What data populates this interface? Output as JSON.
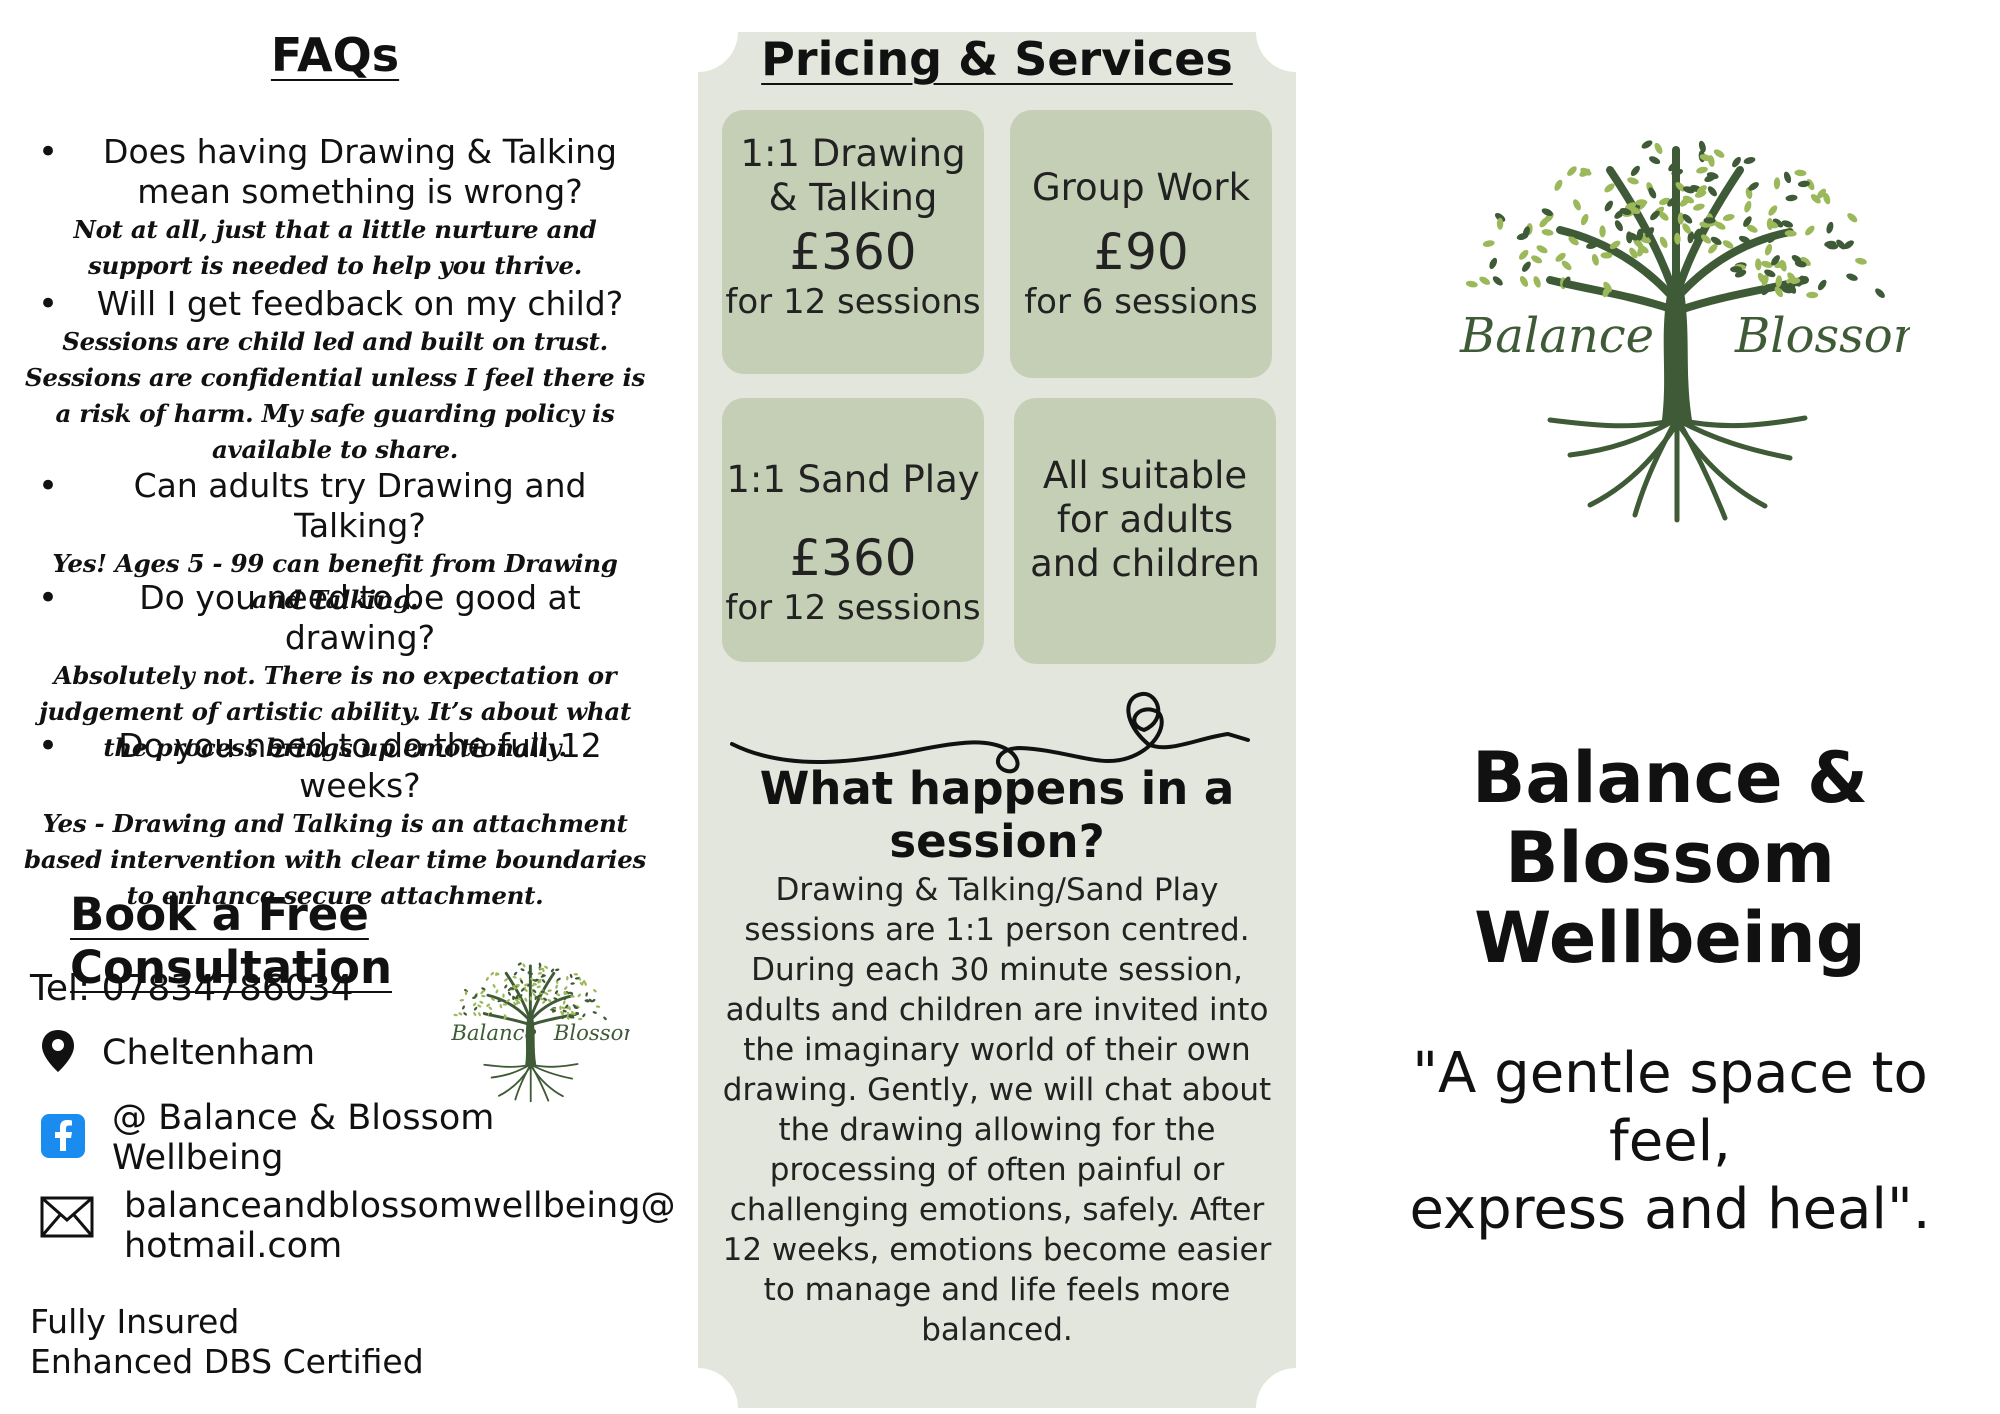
{
  "colors": {
    "panel_bg": "#e3e6dc",
    "card_bg": "#c5cfb6",
    "leaf_dark": "#3f5a36",
    "leaf_light": "#9bb85a",
    "facebook_blue": "#1a8cf0"
  },
  "faqs": {
    "title": "FAQs",
    "items": [
      {
        "question": "Does having Drawing & Talking mean something is wrong?",
        "answer": "Not at all, just that a little nurture and support is needed to help you thrive."
      },
      {
        "question": "Will I get feedback on my child?",
        "answer": "Sessions are child led and built on trust. Sessions are confidential unless I feel there is a risk of harm. My safe guarding policy is available to share."
      },
      {
        "question": "Can adults try Drawing and Talking?",
        "answer": "Yes! Ages 5 - 99 can benefit from Drawing and Talking."
      },
      {
        "question": "Do you need to be good at drawing?",
        "answer": "Absolutely not. There is no expectation or judgement of artistic ability. It’s about what the process brings up emotionally."
      },
      {
        "question": "Do you need to do the full 12 weeks?",
        "answer": "Yes - Drawing and Talking is an attachment based intervention with clear time boundaries to enhance secure attachment."
      }
    ]
  },
  "booking": {
    "title": "Book a Free Consultation",
    "tel": "Tel: 07834786034",
    "location": "Cheltenham",
    "facebook": "@ Balance & Blossom Wellbeing",
    "email_line1": "balanceandblossomwellbeing@",
    "email_line2": "hotmail.com",
    "insured": "Fully Insured",
    "dbs": "Enhanced DBS Certified"
  },
  "pricing": {
    "title": "Pricing & Services",
    "cards": [
      {
        "name": "1:1 Drawing & Talking",
        "price": "£360",
        "sessions": "for 12 sessions"
      },
      {
        "name": "Group Work",
        "price": "£90",
        "sessions": "for 6 sessions"
      },
      {
        "name": "1:1 Sand Play",
        "price": "£360",
        "sessions": "for 12 sessions"
      }
    ],
    "note": "All suitable for adults and children"
  },
  "session": {
    "title": "What happens in a session?",
    "body": "Drawing & Talking/Sand Play sessions are 1:1 person centred. During each 30 minute session, adults and children are invited into the imaginary world of their own drawing. Gently, we will chat about the drawing allowing for the processing of often painful or challenging emotions, safely. After 12 weeks, emotions become easier to manage and life feels more balanced."
  },
  "logo": {
    "word_left": "Balance",
    "word_right": "Blossom"
  },
  "brand": {
    "line1": "Balance & Blossom",
    "line2": "Wellbeing",
    "tagline_line1": "\"A gentle space to feel,",
    "tagline_line2": "express and heal\"."
  }
}
